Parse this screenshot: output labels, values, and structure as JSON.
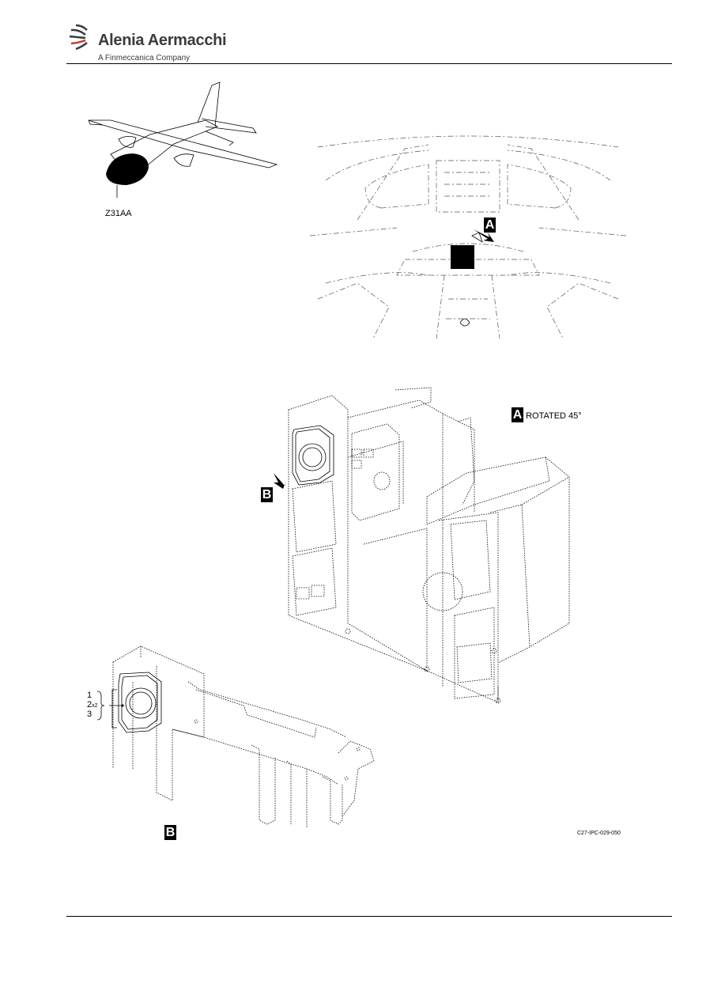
{
  "header": {
    "brand": "Alenia Aermacchi",
    "subtitle": "A Finmeccanica Company"
  },
  "overview": {
    "zone_label": "Z31AA"
  },
  "views": {
    "a_flag": "A",
    "b_flag": "B",
    "a_title_flag": "A",
    "a_title_text": "ROTATED 45°",
    "b_title_flag": "B"
  },
  "items": {
    "line1": "1",
    "line2": "2",
    "line2_qty": "x2",
    "line3": "3"
  },
  "figure": {
    "id": "C27-IPC-029-050"
  },
  "colors": {
    "ink": "#000000",
    "brand_grey": "#3b3b3b",
    "paper": "#ffffff"
  }
}
